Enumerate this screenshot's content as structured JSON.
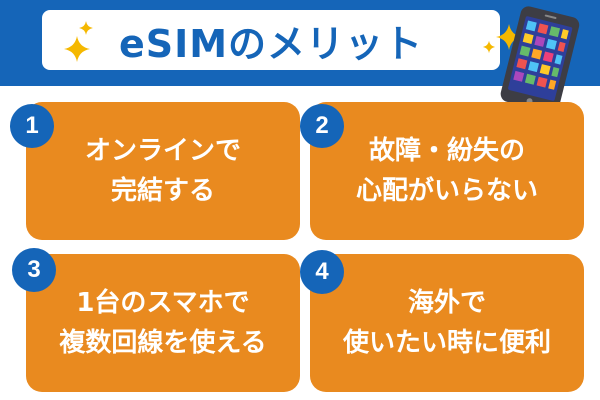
{
  "title": "eSIMのメリット",
  "colors": {
    "accent_blue": "#1565b8",
    "card_orange": "#e98a1f",
    "sparkle_yellow": "#f5b800"
  },
  "cards": [
    {
      "number": "1",
      "line1": "オンラインで",
      "line2": "完結する"
    },
    {
      "number": "2",
      "line1": "故障・紛失の",
      "line2": "心配がいらない"
    },
    {
      "number": "3",
      "line1": "1台のスマホで",
      "line2": "複数回線を使える"
    },
    {
      "number": "4",
      "line1": "海外で",
      "line2": "使いたい時に便利"
    }
  ],
  "icons": {
    "sparkle_left": "sparkle-icon",
    "sparkle_right": "sparkle-icon",
    "phone": "smartphone-icon"
  }
}
